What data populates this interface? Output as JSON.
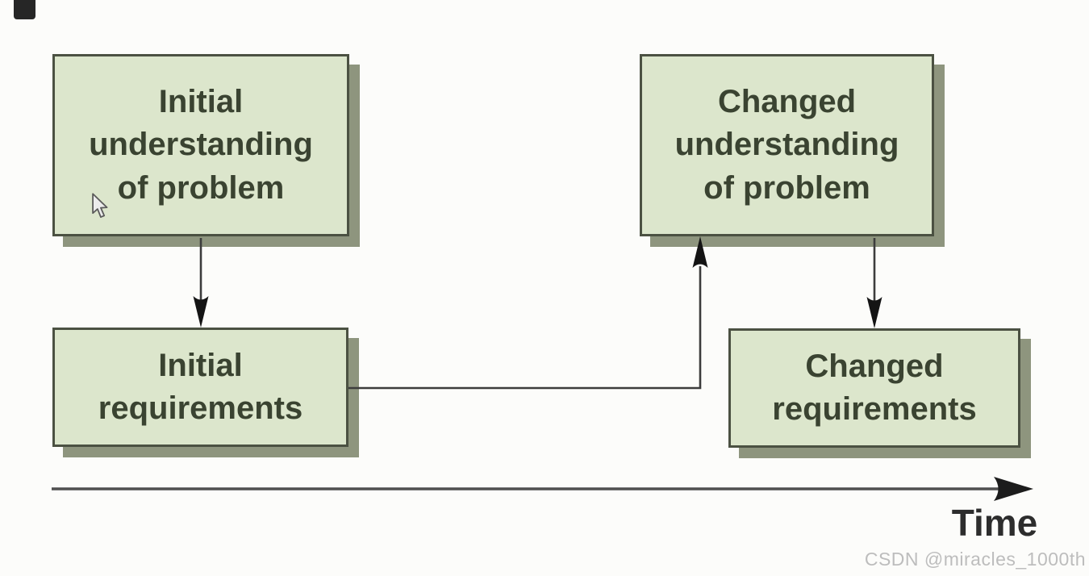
{
  "page": {
    "background": "#fcfcfa"
  },
  "diagram": {
    "type": "flow",
    "boxes": [
      {
        "id": "initial-understanding",
        "label": "Initial\nunderstanding\nof problem"
      },
      {
        "id": "changed-understanding",
        "label": "Changed\nunderstanding\nof problem"
      },
      {
        "id": "initial-requirements",
        "label": "Initial\nrequirements"
      },
      {
        "id": "changed-requirements",
        "label": "Changed\nrequirements"
      }
    ],
    "connections": [
      {
        "from": "initial-understanding",
        "to": "initial-requirements",
        "style": "arrow-down"
      },
      {
        "from": "initial-requirements",
        "to": "changed-understanding",
        "style": "elbow-right-then-up"
      },
      {
        "from": "changed-understanding",
        "to": "changed-requirements",
        "style": "arrow-down"
      }
    ],
    "axis_label": "Time",
    "icons": [
      "cursor-icon"
    ],
    "colors": {
      "box_fill": "#dce6cc",
      "box_border": "#4b5142",
      "box_shadow": "#8e957e",
      "box_text": "#3a4331",
      "connector": "#3c3c3c",
      "arrowhead": "#141414",
      "axis": "#4f4f4f",
      "time_text": "#2d2d2d",
      "watermark_text": "#bdbdbd"
    }
  },
  "watermark": {
    "text": "CSDN @miracles_1000th"
  }
}
